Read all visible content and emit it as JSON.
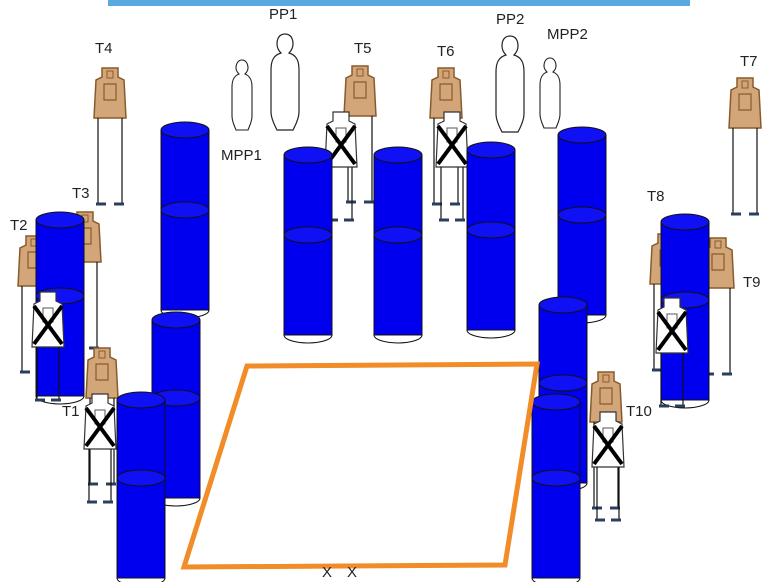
{
  "colors": {
    "barrel": "#0000ee",
    "barrel_dark": "#00009a",
    "target_tan": "#d2a679",
    "target_tan_dark": "#8a5a2b",
    "stand": "#2b3f5c",
    "box_orange": "#f28c28",
    "top_bar": "#5aa8e0"
  },
  "targets": {
    "t1": "T1",
    "t2": "T2",
    "t3": "T3",
    "t4": "T4",
    "t5": "T5",
    "t6": "T6",
    "t7": "T7",
    "t8": "T8",
    "t9": "T9",
    "t10": "T10"
  },
  "props": {
    "pp1": "PP1",
    "pp2": "PP2",
    "mpp1": "MPP1",
    "mpp2": "MPP2"
  },
  "start_marks": {
    "mark1": "X",
    "mark2": "X"
  }
}
